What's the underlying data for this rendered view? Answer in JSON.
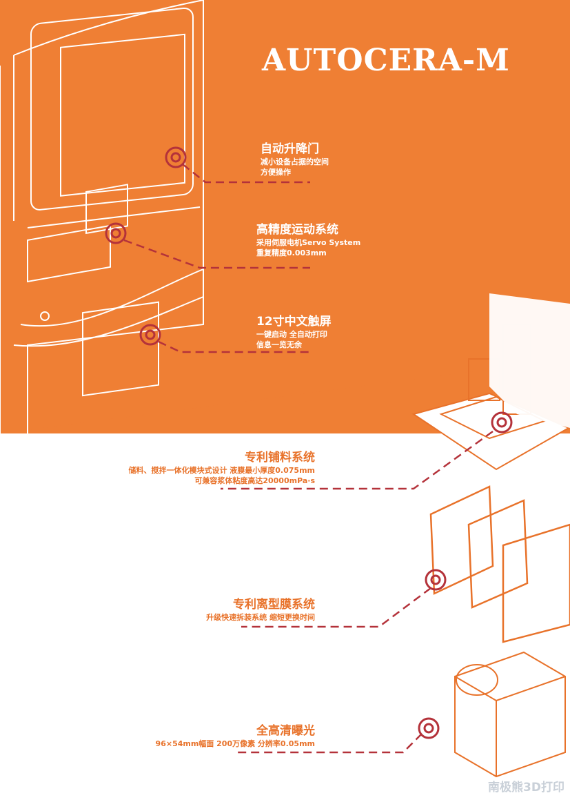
{
  "colors": {
    "orange": "#ef7f34",
    "line": "#ffffff",
    "accent": "#e8722a",
    "dash": "#b4323a"
  },
  "title": "AUTOCERA-M",
  "features_top": [
    {
      "title": "自动升降门",
      "lines": [
        "减小设备占据的空间",
        "方便操作"
      ]
    },
    {
      "title": "高精度运动系统",
      "lines": [
        "采用伺服电机Servo System",
        "重复精度0.003mm"
      ]
    },
    {
      "title": "12寸中文触屏",
      "lines": [
        "一键启动 全自动打印",
        "信息一览无余"
      ]
    }
  ],
  "features_bottom": [
    {
      "title": "专利铺料系统",
      "lines": [
        "储料、搅拌一体化模块式设计 液膜最小厚度0.075mm",
        "可兼容浆体粘度高达20000mPa·s"
      ]
    },
    {
      "title": "专利离型膜系统",
      "lines": [
        "升级快速拆装系统 缩短更换时间"
      ]
    },
    {
      "title": "全高清曝光",
      "lines": [
        "96×54mm幅面 200万像素 分辨率0.05mm"
      ]
    }
  ],
  "watermark": "南极熊3D打印"
}
